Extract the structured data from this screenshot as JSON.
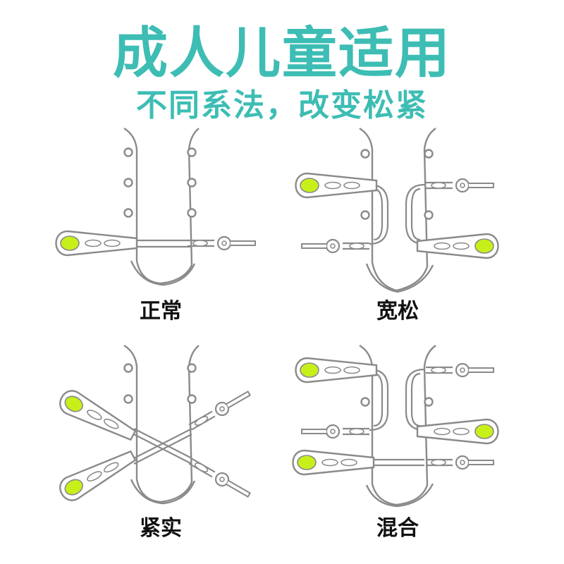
{
  "header": {
    "title": "成人儿童适用",
    "subtitle": "不同系法，改变松紧",
    "title_color": "#3dbdb4",
    "subtitle_color": "#3dbdb4"
  },
  "styles": [
    {
      "label": "正常"
    },
    {
      "label": "宽松"
    },
    {
      "label": "紧实"
    },
    {
      "label": "混合"
    }
  ],
  "colors": {
    "outline": "#8a8a8a",
    "clip_accent": "#c7f01a"
  }
}
